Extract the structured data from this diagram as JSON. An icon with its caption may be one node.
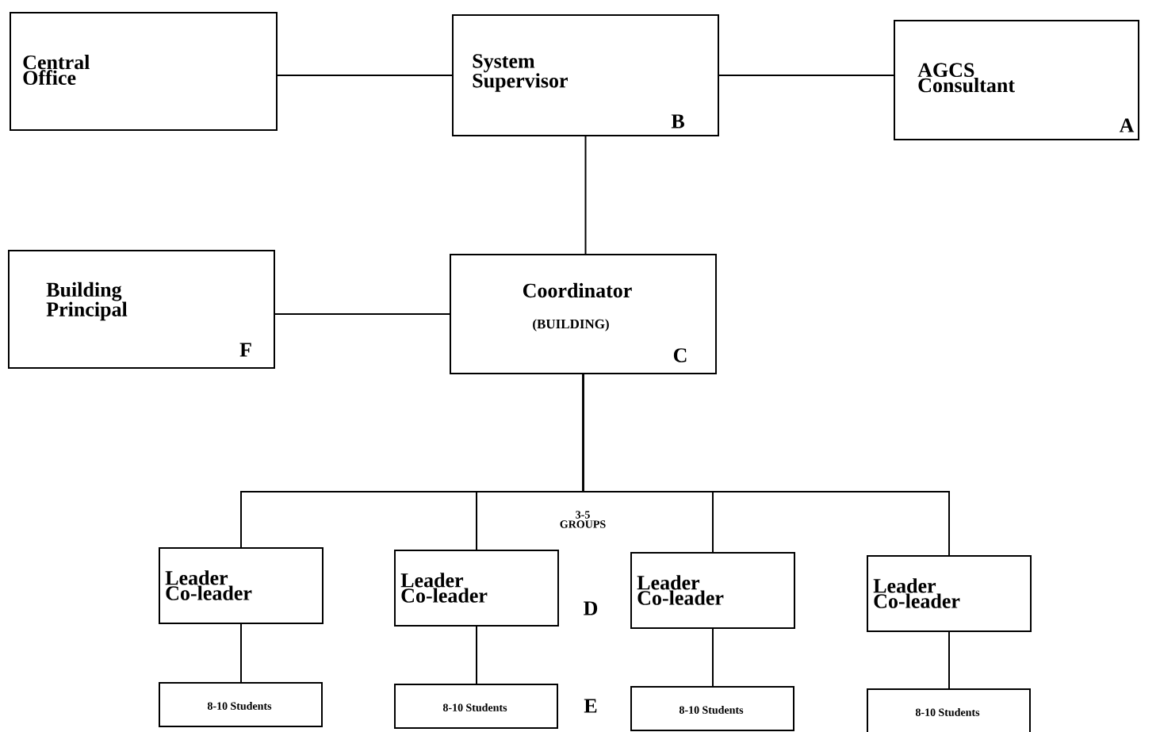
{
  "diagram": {
    "nodes": [
      {
        "text": [
          "Central Office"
        ]
      },
      {
        "text": [
          "System Supervisor",
          "B"
        ]
      },
      {
        "text": [
          "AGCS Consultant",
          "A"
        ]
      },
      {
        "text": [
          "Building Principal",
          "F"
        ]
      },
      {
        "text": [
          "Coordinator",
          "(BUILDING)",
          "C"
        ]
      },
      {
        "text": [
          "Leader Co-leader"
        ]
      },
      {
        "text": [
          "Leader Co-leader"
        ]
      },
      {
        "text": [
          "Leader Co-leader"
        ]
      },
      {
        "text": [
          "Leader Co-leader"
        ]
      },
      {
        "text": [
          "8-10 Students"
        ]
      },
      {
        "text": [
          "8-10 Students"
        ]
      },
      {
        "text": [
          "8-10 Students"
        ]
      },
      {
        "text": [
          "8-10 Students"
        ]
      }
    ],
    "edges": [
      {
        "from": 1,
        "to": 0,
        "arrow": "none"
      },
      {
        "from": 1,
        "to": 2,
        "arrow": "none"
      },
      {
        "from": 1,
        "to": 4,
        "arrow": "none"
      },
      {
        "from": 4,
        "to": 3,
        "arrow": "none"
      },
      {
        "from": 4,
        "to": 5,
        "arrow": "none"
      },
      {
        "from": 4,
        "to": 6,
        "arrow": "none"
      },
      {
        "from": 4,
        "to": 7,
        "arrow": "none"
      },
      {
        "from": 4,
        "to": 8,
        "arrow": "none"
      },
      {
        "from": 5,
        "to": 9,
        "arrow": "none"
      },
      {
        "from": 6,
        "to": 10,
        "arrow": "none"
      },
      {
        "from": 7,
        "to": 11,
        "arrow": "none"
      },
      {
        "from": 8,
        "to": 12,
        "arrow": "none"
      }
    ],
    "labels": [
      "3-5 GROUPS",
      "D",
      "E"
    ]
  }
}
